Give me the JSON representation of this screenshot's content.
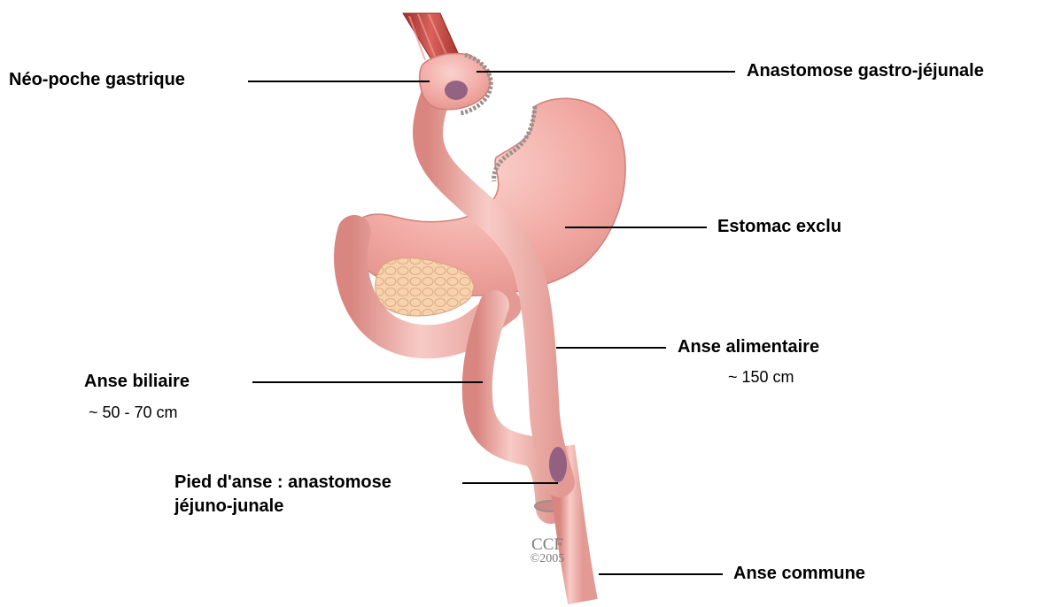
{
  "labels": {
    "neo_poche": "Néo-poche gastrique",
    "anastomose_gj": "Anastomose gastro-jéjunale",
    "estomac": "Estomac exclu",
    "anse_alimentaire": "Anse alimentaire",
    "anse_alimentaire_len": "~ 150 cm",
    "anse_biliaire": "Anse biliaire",
    "anse_biliaire_len": "~ 50 - 70 cm",
    "pied_anse_line1": "Pied d'anse : anastomose",
    "pied_anse_line2": "jéjuno-junale",
    "anse_commune": "Anse commune"
  },
  "credit": {
    "org": "CCF",
    "year": "©2005"
  },
  "colors": {
    "tissue": "#f2a6a2",
    "tissue_light": "#f8c9c4",
    "tissue_dark": "#d9827d",
    "esophagus": "#c0403c",
    "pancreas": "#f4caa0",
    "anastomosis": "#8a5a7d"
  }
}
